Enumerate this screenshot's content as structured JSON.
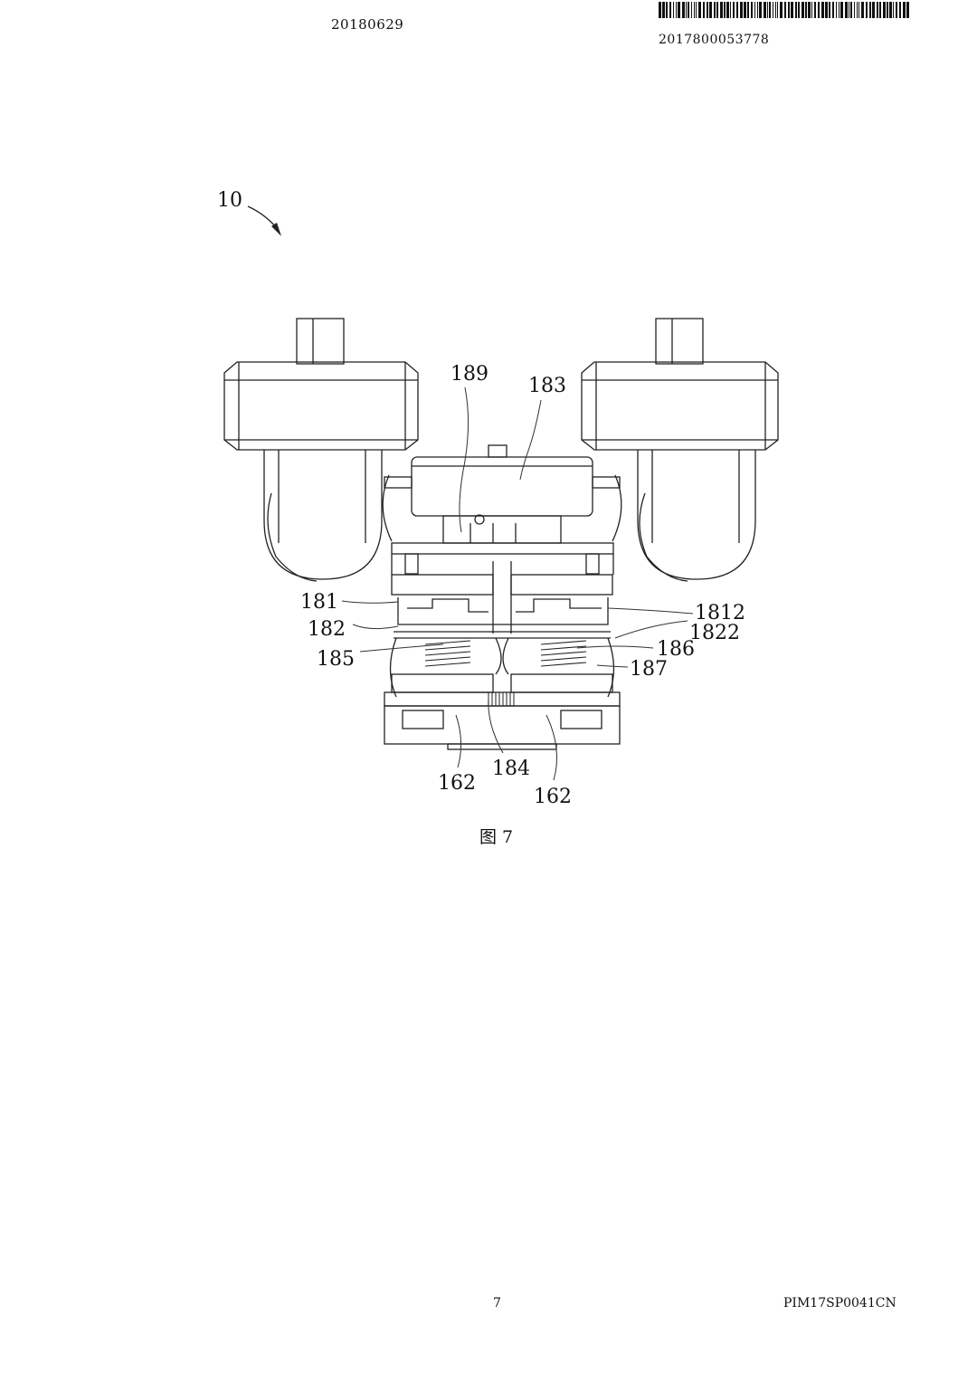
{
  "header": {
    "publication_date": "20180629",
    "application_number": "2017800053778",
    "barcode_icon": "barcode-icon"
  },
  "figure": {
    "assembly_label": "10",
    "caption": "图 7",
    "reference_labels": [
      "189",
      "183",
      "181",
      "182",
      "185",
      "1812",
      "1822",
      "186",
      "187",
      "184",
      "162",
      "162"
    ]
  },
  "footer": {
    "page_number": "7",
    "document_code": "PIM17SP0041CN"
  }
}
